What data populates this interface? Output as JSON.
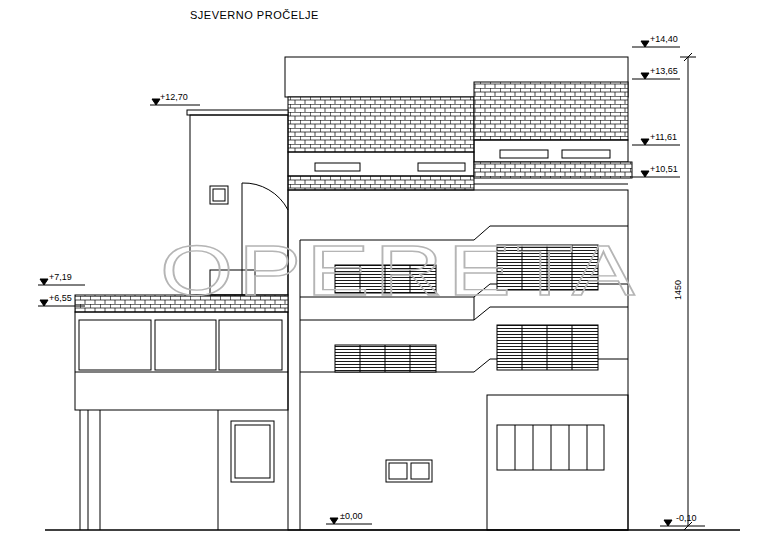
{
  "diagram": {
    "title": "SJEVERNO PROČELJE",
    "labels": [
      "+14,40",
      "+13,65",
      "+12,70",
      "+11,61",
      "+10,51",
      "+7,19",
      "+6,55",
      "OPERETA",
      "1450",
      "±0,00",
      "-0,10"
    ]
  }
}
